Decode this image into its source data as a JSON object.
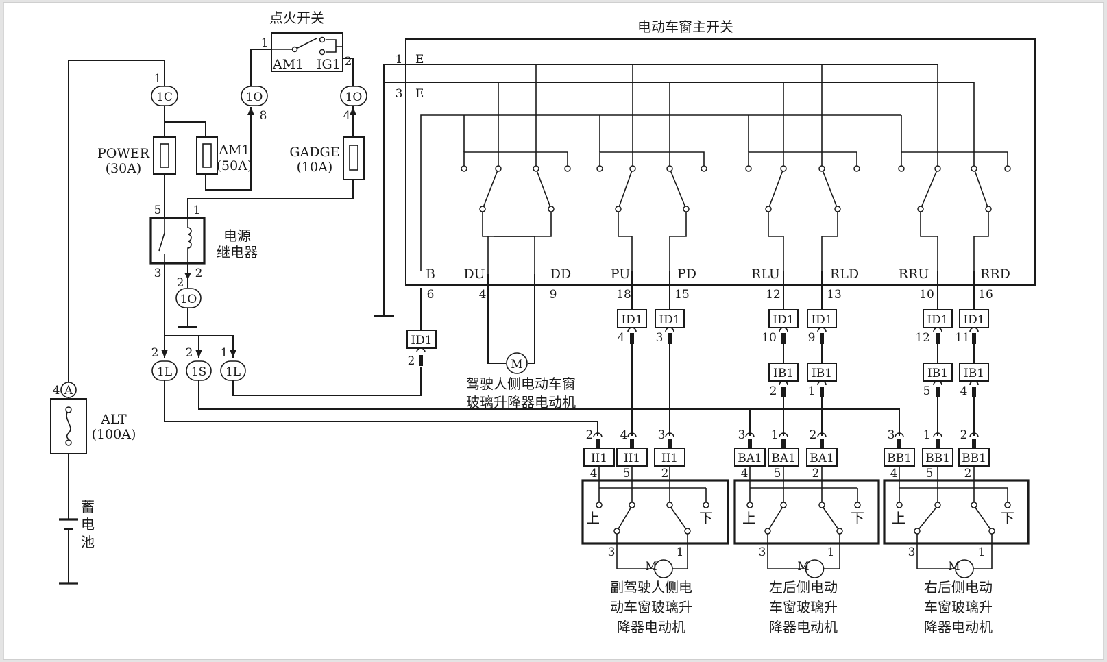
{
  "labels": {
    "ignition_switch": "点火开关",
    "main_switch": "电动车窗主开关",
    "power_relay_line1": "电源",
    "power_relay_line2": "继电器",
    "battery": [
      "蓄",
      "电",
      "池"
    ],
    "driver_motor_line1": "驾驶人侧电动车窗",
    "driver_motor_line2": "玻璃升降器电动机",
    "passenger_motor": [
      "副驾驶人侧电",
      "动车窗玻璃升",
      "降器电动机"
    ],
    "rear_left_motor": [
      "左后侧电动",
      "车窗玻璃升",
      "降器电动机"
    ],
    "rear_right_motor": [
      "右后侧电动",
      "车窗玻璃升",
      "降器电动机"
    ],
    "motor_symbol": "M",
    "up": "上",
    "down": "下",
    "am1_contact": "AM1",
    "ig1_contact": "IG1"
  },
  "fuses": [
    {
      "name": "POWER",
      "rating": "(30A)"
    },
    {
      "name": "AM1",
      "rating": "(50A)"
    },
    {
      "name": "GADGE",
      "rating": "(10A)"
    },
    {
      "name": "ALT",
      "rating": "(100A)"
    }
  ],
  "main_switch_terminals": [
    {
      "name": "B",
      "pin": "6"
    },
    {
      "name": "DU",
      "pin": "4"
    },
    {
      "name": "DD",
      "pin": "9"
    },
    {
      "name": "PU",
      "pin": "18"
    },
    {
      "name": "PD",
      "pin": "15"
    },
    {
      "name": "RLU",
      "pin": "12"
    },
    {
      "name": "RLD",
      "pin": "13"
    },
    {
      "name": "RRU",
      "pin": "10"
    },
    {
      "name": "RRD",
      "pin": "16"
    }
  ],
  "ground_terminals": [
    {
      "pin": "1",
      "name": "E"
    },
    {
      "pin": "3",
      "name": "E"
    }
  ],
  "ovals": [
    "1C",
    "1O",
    "1O",
    "1O",
    "1L",
    "1S",
    "1L",
    "A"
  ],
  "connectors": [
    "ID1",
    "IB1",
    "II1",
    "BA1",
    "BB1"
  ],
  "pins": [
    "1",
    "2",
    "3",
    "4",
    "5",
    "8",
    "9",
    "10",
    "11",
    "12"
  ]
}
